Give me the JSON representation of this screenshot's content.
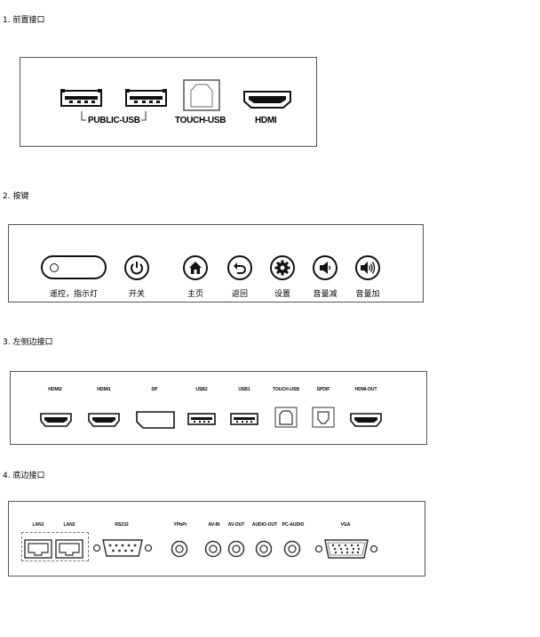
{
  "sections": [
    {
      "title": "1.  前置接口"
    },
    {
      "title": "2.  按键"
    },
    {
      "title": "3.  左侧边接口"
    },
    {
      "title": "4.  底边接口"
    }
  ],
  "front": {
    "public_usb_label": "PUBLIC-USB",
    "touch_usb_label": "TOUCH-USB",
    "hdmi_label": "HDMI"
  },
  "buttons": [
    {
      "label": "遥控，指示灯",
      "icon": "remote-indicator-icon"
    },
    {
      "label": "开关",
      "icon": "power-icon"
    },
    {
      "label": "主页",
      "icon": "home-icon"
    },
    {
      "label": "返回",
      "icon": "back-icon"
    },
    {
      "label": "设置",
      "icon": "gear-icon"
    },
    {
      "label": "音量减",
      "icon": "volume-down-icon"
    },
    {
      "label": "音量加",
      "icon": "volume-up-icon"
    }
  ],
  "side_ports": [
    "HDMI2",
    "HDMI1",
    "DP",
    "USB2",
    "USB1",
    "TOUCH-USB",
    "SPDIF",
    "HDMI-OUT"
  ],
  "bottom_ports": [
    "LAN1",
    "LAN2",
    "RS232",
    "YPbPr",
    "AV-IN",
    "AV-OUT",
    "AUDIO-OUT",
    "PC-AUDIO",
    "VGA"
  ]
}
